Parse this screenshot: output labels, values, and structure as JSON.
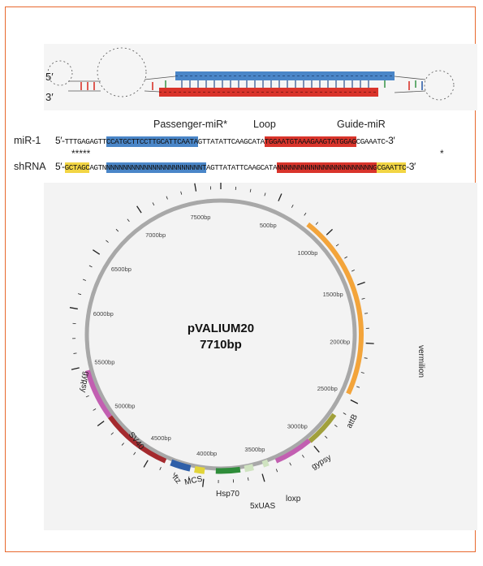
{
  "hairpin": {
    "five_prime": "5′",
    "three_prime": "3′"
  },
  "labels": {
    "passenger": "Passenger-miR*",
    "loop": "Loop",
    "guide": "Guide-miR"
  },
  "mir1": {
    "name": "miR-1",
    "prefix": "5′-",
    "seg1": "TTTGAGAGTT",
    "passenger": "CCATGCTTCCTTGCATTCAATA",
    "loop": "GTTATATTCAAGCATA",
    "guide": "TGGAATGTAAAGAAGTATGGAG",
    "tail": "CGAAATC",
    "suffix": "-3′"
  },
  "stars": {
    "left": "*****",
    "right": "*"
  },
  "shrna": {
    "name": "shRNA",
    "prefix": "5′-",
    "yel1": "GCTAGC",
    "seg1": "AGTN",
    "passenger": "NNNNNNNNNNNNNNNNNNNNNNNT",
    "loop": "AGTTATATTCAAGCATA",
    "guide": "NNNNNNNNNNNNNNNNNNNNNNNG",
    "yel2": "CGAATTC",
    "suffix": "-3′"
  },
  "plasmid": {
    "name": "pVALIUM20",
    "size": "7710bp",
    "ticks": [
      "500bp",
      "1000bp",
      "1500bp",
      "2000bp",
      "2500bp",
      "3000bp",
      "3500bp",
      "4000bp",
      "4500bp",
      "5000bp",
      "5500bp",
      "6000bp",
      "6500bp",
      "7000bp",
      "7500bp"
    ],
    "features": [
      "vermilion",
      "attB",
      "gypsy",
      "loxp",
      "5xUAS",
      "Hsp70",
      "MCS",
      "ftz",
      "SV40",
      "gypsy"
    ],
    "colors": {
      "vermilion": "#f3a43a",
      "attB": "#a1a03b",
      "gypsy": "#c25fb1",
      "SV40": "#a42a2e",
      "ftz": "#2f5fa8",
      "MCS": "#e2d43a",
      "Hsp70": "#2f8d3a",
      "UAS": "#cfe3c0",
      "backbone": "#a8a8a8"
    }
  }
}
